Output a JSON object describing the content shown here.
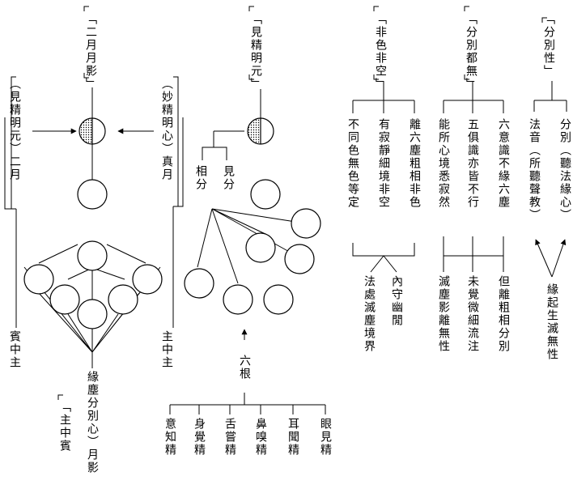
{
  "title_er_yue": "「二月月影」",
  "title_jian_jing": "「見精明元」",
  "title_fei_se": "「非色非空」",
  "title_fen_bie_du": "「分別都無」",
  "title_fen_bie_xing": "「分別性」",
  "left_jian": "（見精明元）二月",
  "left_bin": "賓中主",
  "mid_miao": "（妙精明心）真月",
  "mid_zhu": "主中主",
  "yuan_chen": "緣塵分別心）月影",
  "zhu_bin": "「主中賓",
  "xiang_fen": "相分",
  "jian_fen": "見分",
  "liu_gen": "六根",
  "senses": [
    "意知精",
    "身覺精",
    "舌嘗精",
    "鼻嗅精",
    "耳聞精",
    "眼見精"
  ],
  "g3_top": [
    "不同色無色等定",
    "有寂靜細境非空",
    "離六塵粗相非色"
  ],
  "g3_bottom": [
    "法處滅塵境界",
    "內守幽閒"
  ],
  "g4_top": [
    "能所心境悉寂然",
    "五俱識亦皆不行",
    "六意識不緣六塵"
  ],
  "g4_bottom": [
    "滅塵影離無性",
    "未覺微細流注",
    "但離粗相分別"
  ],
  "g5_top": [
    "法音（所聽聲教）",
    "分別（聽法緣心）"
  ],
  "g5_bottom": "緣起生滅無性"
}
